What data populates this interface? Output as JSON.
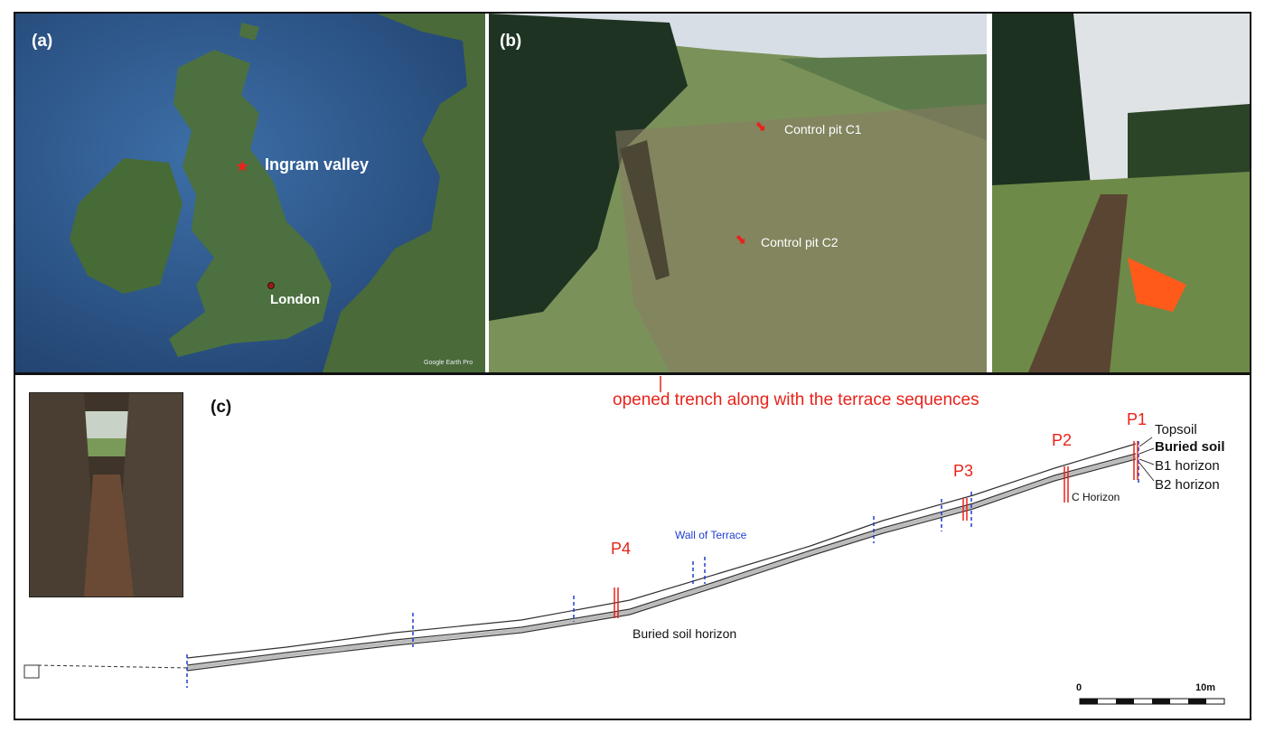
{
  "panels": {
    "a": {
      "label": "(a)",
      "places": {
        "ingram": "Ingram valley",
        "london": "London"
      },
      "credit": "Google Earth Pro"
    },
    "b": {
      "label": "(b)",
      "pits": {
        "c1": "Control pit C1",
        "c2": "Control pit C2"
      }
    },
    "c": {
      "label": "(c)",
      "trench_note": "opened trench along with the terrace sequences",
      "profiles": [
        "P1",
        "P2",
        "P3",
        "P4"
      ],
      "legend": {
        "topsoil": "Topsoil",
        "buried": "Buried soil",
        "b1": "B1 horizon",
        "b2": "B2 horizon"
      },
      "c_horizon": "C Horizon",
      "wall": "Wall of Terrace",
      "buried_horizon": "Buried soil horizon",
      "scale": {
        "start": "0",
        "end": "10m"
      }
    }
  },
  "colors": {
    "annotation_red": "#e8231a",
    "wall_blue": "#1f3fd1"
  }
}
